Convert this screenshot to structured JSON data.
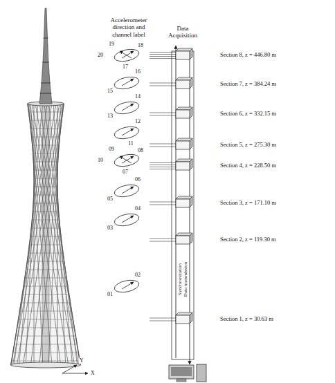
{
  "diagram": {
    "labels": [
      "Accelerometer direction and channel label",
      "Data Acquisition",
      "19",
      "18",
      "20",
      "17",
      "16",
      "15",
      "14",
      "13",
      "12",
      "11",
      "09",
      "08",
      "10",
      "07",
      "06",
      "05",
      "04",
      "03",
      "02",
      "01",
      "Section 8, z = 446.80 m",
      "Section 7, z = 384.24 m",
      "Section 6, z = 332.15 m",
      "Section 5, z = 275.30 m",
      "Section 4, z = 228.50 m",
      "Section 3, z = 171.10 m",
      "Section 2, z = 119.30 m",
      "Section 1, z = 30.63 m",
      "Synchronization",
      "Data transmission",
      "Y",
      "X"
    ]
  }
}
